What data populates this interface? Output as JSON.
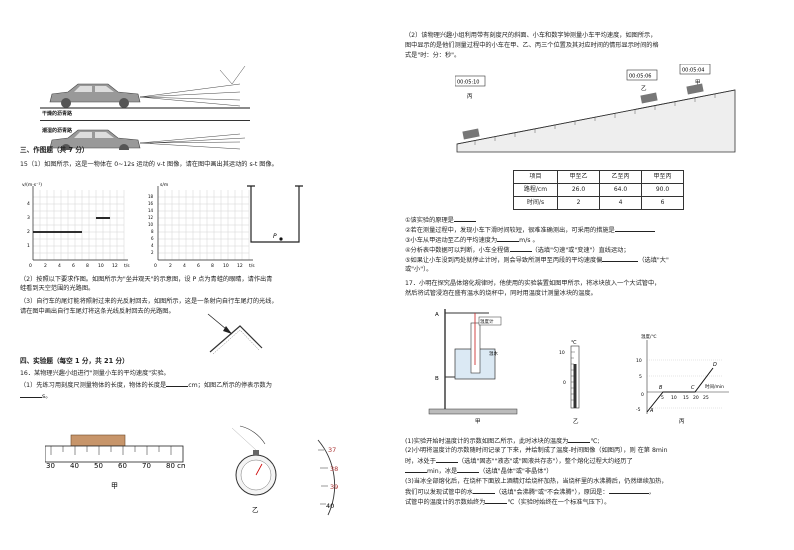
{
  "road": {
    "dry_caption": "干燥的沥青路",
    "wet_caption": "潮湿的沥青路"
  },
  "section3": {
    "title": "三、作图题（共 7 分）",
    "q15_1": "15（1）如图所示，这是一物体在 0~12s 运动的 v-t 图像，请在图中画出其运动的 s-t 图像。",
    "vt": {
      "ylabel": "v/(m·s⁻¹)",
      "xlabel": "t/s",
      "yticks": [
        "4",
        "3",
        "2",
        "1"
      ],
      "xticks": [
        "0",
        "2",
        "4",
        "6",
        "8",
        "10",
        "12"
      ]
    },
    "st": {
      "ylabel": "s/m",
      "xlabel": "t/s",
      "yticks": [
        "18",
        "16",
        "14",
        "12",
        "10",
        "8",
        "6",
        "4",
        "2"
      ],
      "xticks": [
        "0",
        "2",
        "4",
        "6",
        "8",
        "10",
        "12"
      ]
    },
    "well_point": "P",
    "q15_2a": "（2）按照以下要求作图。如图所示为\"坐井观天\"的示意图，设 P 点为青蛙的眼睛，请作出青",
    "q15_2b": "蛙看到天空范围的光路图。",
    "q15_3a": "（3）自行车的尾灯能将照射过来的光反射回去，如图所示，这是一条射向自行车尾灯的光线，",
    "q15_3b": "请在图中画出自行车尾灯将这条光线反射回去的光路图。"
  },
  "section4": {
    "title": "四、实验题（每空 1 分，共 21 分）",
    "q16": "16．某物理兴趣小组进行\"测量小车的平均速度\"实验。",
    "q16_1a": "（1）先练习用刻度尺测量物体的长度，物体的长度是",
    "q16_1b": "cm；如图乙所示的停表示数为",
    "q16_1c": "s。",
    "ruler_ticks": [
      "30",
      "40",
      "50",
      "60",
      "70",
      "80 cm"
    ],
    "ruler_caption": "甲",
    "watch_ticks": [
      "37",
      "38",
      "39",
      "40"
    ],
    "watch_caption": "乙"
  },
  "right": {
    "q2a": "（2）该物理兴趣小组利用带有刻度尺的斜面、小车和数字钟测量小车平均速度，如图所示，",
    "q2b": "图中显示的是他们测量过程中的小车在甲、乙、丙三个位置及其对应时间的情形显示时间的格",
    "q2c": "式是\"时：分：秒\"。",
    "clocks": [
      "00:05:10",
      "00:05:06",
      "00:05:04"
    ],
    "pos_labels": [
      "丙",
      "乙",
      "甲"
    ],
    "table": {
      "headers": [
        "项目",
        "甲至乙",
        "乙至丙",
        "甲至丙"
      ],
      "rows": [
        [
          "路程/cm",
          "26.0",
          "64.0",
          "90.0"
        ],
        [
          "时间/s",
          "2",
          "4",
          "6"
        ]
      ]
    },
    "items": [
      "①该实验的原理是",
      "②若在测量过程中，发现小车下滑时间较短，很难准确测出，可采用的措施是",
      "③小车从甲运动至乙的平均速度为",
      "④分析表中数据可以判断，小车全程做",
      "⑤如果让小车没到丙处就停止计时，则会导致所测甲至丙段的平均速度偏",
      "或\"小\"）。"
    ],
    "item3_unit": "m/s 。",
    "item4_tail": "（选填\"匀速\"或\"变速\"）直线运动；",
    "item5_tail": "（选填\"大\"",
    "q17a": "17．小明在探究晶体熔化规律时，他使用的实验装置如图甲所示，将冰块放入一个大试管中，",
    "q17b": "然后将试管浸泡在盛有温水的烧杯中，同时用温度计测量冰块的温度。",
    "app_labels": {
      "A": "A",
      "B": "B",
      "thermo": "温度计",
      "water": "温水",
      "unit": "℃",
      "scale_top": "10",
      "scale_bot": "0"
    },
    "graph": {
      "ylabel": "温度/℃",
      "xlabel": "时间/min",
      "yticks": [
        "10",
        "5",
        "0",
        "-5"
      ],
      "xticks": [
        "5",
        "10",
        "15",
        "20",
        "25"
      ],
      "points": [
        "A",
        "B",
        "C",
        "D"
      ]
    },
    "fig_captions": [
      "甲",
      "乙",
      "丙"
    ],
    "a1": "(1)实验开始时温度计的示数如图乙所示，此时冰块的温度为",
    "a1u": "℃;",
    "a2a": "(2)小明将温度计的示数随时间记录了下来，并绘制成了温度-时间图像（如图丙），则 在第 8min",
    "a2b": "时，冰处于",
    "a2c": "（选填\"固态\"\"液态\"或\"固液共存态\"），整个熔化过程大约经历了",
    "a2d": "min，冰是",
    "a2e": "（选填\"晶体\"或\"非晶体\"）",
    "a3a": "(3)当冰全部熔化后，在烧杯下面放上酒精灯给烧杯加热，当烧杯里的水沸腾后，仍然继续加热，",
    "a3b": "我们可以发现试管中的水",
    "a3c": "（选填\"会沸腾\"或\"不会沸腾\"），原因是：",
    "a3d": "，",
    "a3e": "试管中的温度计的示数始终为",
    "a3f": "℃（实验时始终在一个标准气压下）。"
  }
}
